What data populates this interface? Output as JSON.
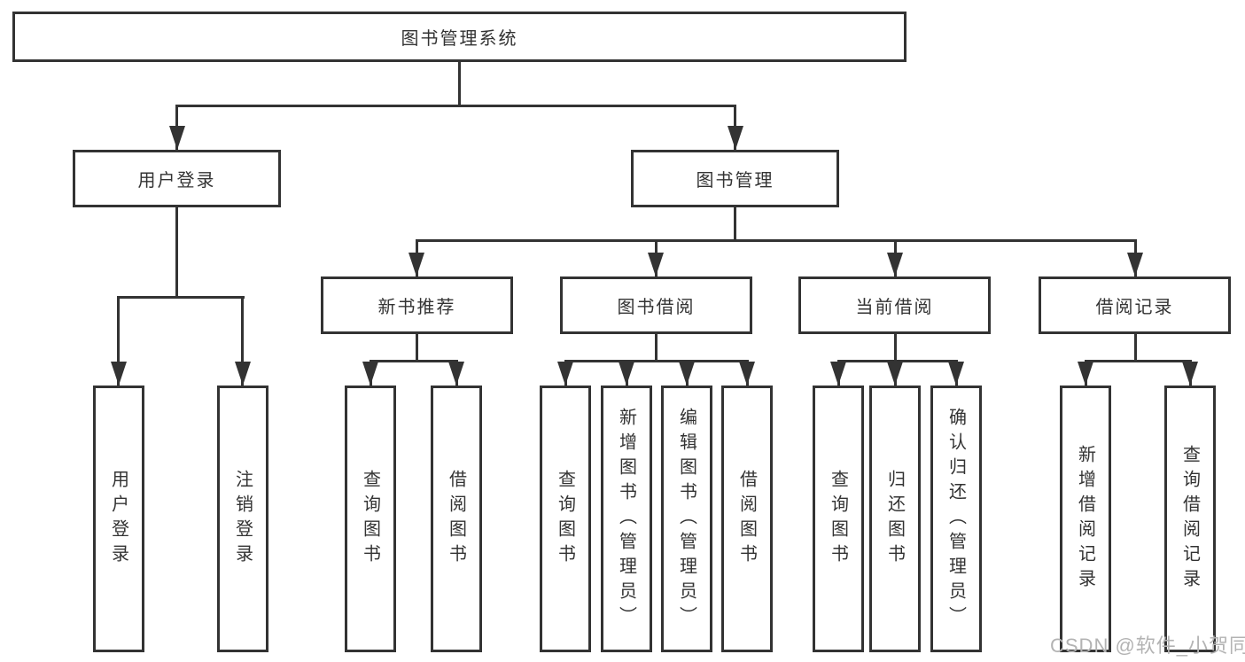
{
  "nodes": {
    "root": "图书管理系统",
    "user_login": "用户登录",
    "book_management": "图书管理",
    "new_book_recommend": "新书推荐",
    "book_borrowing": "图书借阅",
    "current_borrowing": "当前借阅",
    "borrowing_records": "借阅记录",
    "ul_user_login": "用户登录",
    "ul_logout": "注销登录",
    "nr_query_books": "查询图书",
    "nr_borrow_books": "借阅图书",
    "bb_query_books": "查询图书",
    "bb_add_books_admin": "新增图书（管理员）",
    "bb_edit_books_admin": "编辑图书（管理员）",
    "bb_borrow_books": "借阅图书",
    "cb_query_books": "查询图书",
    "cb_return_books": "归还图书",
    "cb_confirm_return_admin": "确认归还（管理员）",
    "br_add_borrow_record": "新增借阅记录",
    "br_query_borrow_record": "查询借阅记录"
  },
  "hierarchy": {
    "图书管理系统": {
      "用户登录": [
        "用户登录",
        "注销登录"
      ],
      "图书管理": {
        "新书推荐": [
          "查询图书",
          "借阅图书"
        ],
        "图书借阅": [
          "查询图书",
          "新增图书（管理员）",
          "编辑图书（管理员）",
          "借阅图书"
        ],
        "当前借阅": [
          "查询图书",
          "归还图书",
          "确认归还（管理员）"
        ],
        "借阅记录": [
          "新增借阅记录",
          "查询借阅记录"
        ]
      }
    }
  },
  "watermark": "CSDN @软件_小贺同学",
  "colors": {
    "line": "#333333",
    "text": "#333333",
    "background": "#ffffff",
    "watermark": "#b3b3b3"
  }
}
